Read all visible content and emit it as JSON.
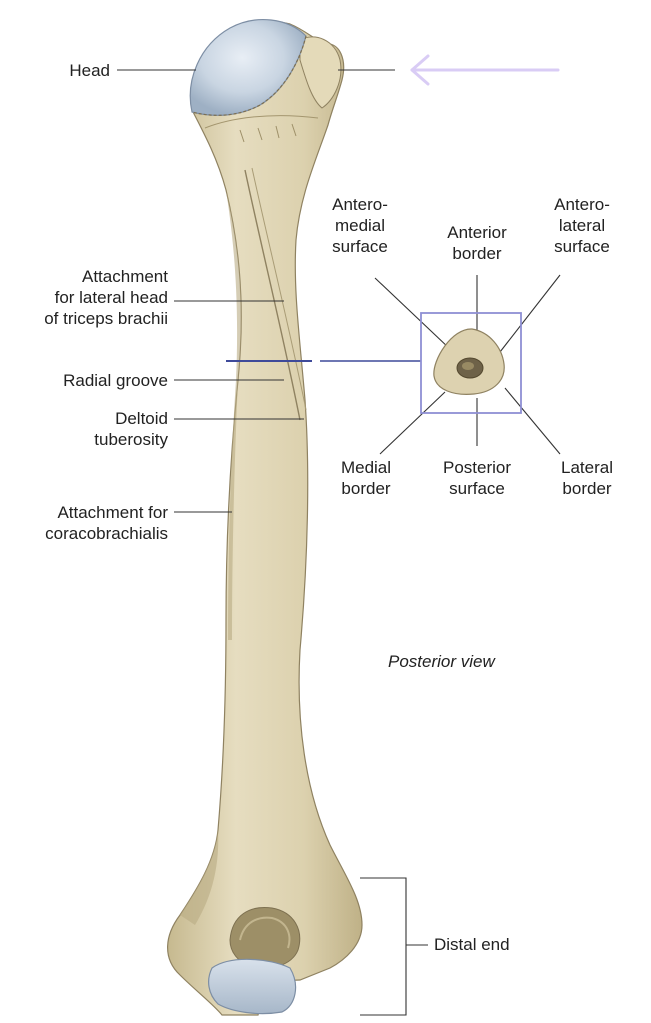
{
  "labels": {
    "head": "Head",
    "triceps": [
      "Attachment",
      "for lateral head",
      "of triceps brachii"
    ],
    "radial_groove": "Radial groove",
    "deltoid": [
      "Deltoid",
      "tuberosity"
    ],
    "coracobrachialis": [
      "Attachment for",
      "coracobrachialis"
    ],
    "anteromedial": [
      "Antero-",
      "medial",
      "surface"
    ],
    "anterior_border": [
      "Anterior",
      "border"
    ],
    "anterolateral": [
      "Antero-",
      "lateral",
      "surface"
    ],
    "medial_border": [
      "Medial",
      "border"
    ],
    "posterior_surface": [
      "Posterior",
      "surface"
    ],
    "lateral_border": [
      "Lateral",
      "border"
    ],
    "view": "Posterior view",
    "distal_end": "Distal end"
  },
  "colors": {
    "bone": "#ddd2b0",
    "bone_shadow": "#b9ab83",
    "cartilage": "#c3d0de",
    "box": "#8e8fd4",
    "section_line": "#3e4a9a",
    "arrow": "#d9ccf5",
    "leader": "#333333"
  },
  "icons": {
    "arrow": "left-arrow-icon"
  }
}
